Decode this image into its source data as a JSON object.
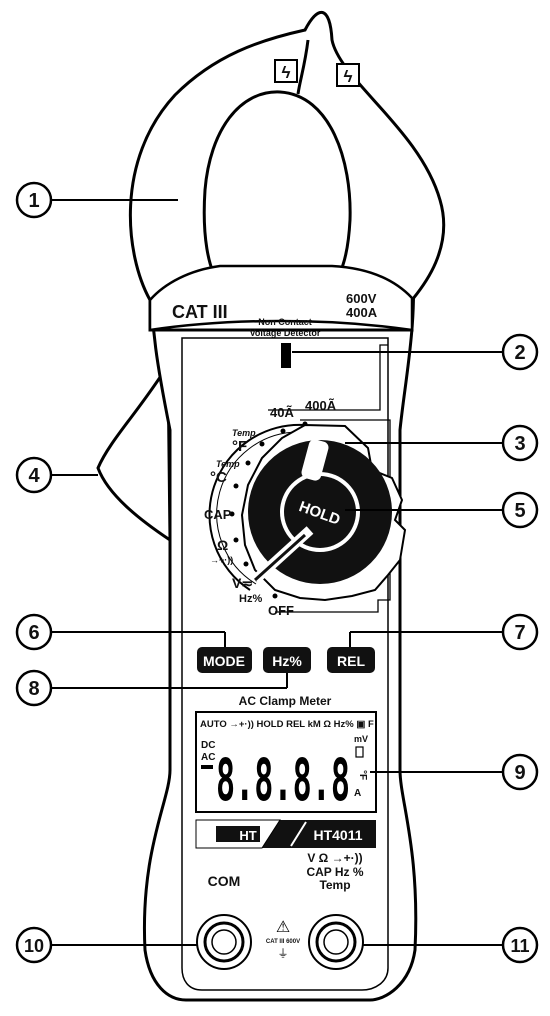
{
  "callouts": [
    "1",
    "2",
    "3",
    "4",
    "5",
    "6",
    "7",
    "8",
    "9",
    "10",
    "11"
  ],
  "jaw": {
    "category": "CAT III",
    "rating_v": "600V",
    "rating_a": "400A",
    "hazard_symbol": "ϟ"
  },
  "ncv": {
    "line1": "Non Contact",
    "line2": "Voltage Detector"
  },
  "dial": {
    "pos_400a": "400Ã",
    "pos_40a": "40Ã",
    "temp_word": "Temp",
    "deg_f": "°F",
    "deg_c": "°C",
    "cap": "CAP",
    "ohm": "Ω",
    "diode": "→+·))",
    "volt": "V≂",
    "hz_pct": "Hz%",
    "off": "OFF",
    "hold": "HOLD"
  },
  "buttons": {
    "mode": "MODE",
    "hz": "Hz%",
    "rel": "REL"
  },
  "display": {
    "title": "AC Clamp Meter",
    "annunciators": "AUTO →+·)) HOLD REL kM Ω Hz% ▣ F",
    "dc": "DC",
    "ac": "AC",
    "minus": "−",
    "digits": "8.8.8.8",
    "mv": "mV",
    "deg": "°F",
    "amp": "A"
  },
  "brand": {
    "logo": "HT",
    "model": "HT4011"
  },
  "terminals": {
    "com": "COM",
    "input_line1": "V Ω →+·))",
    "input_line2": "CAP Hz %",
    "input_line3": "Temp",
    "warning": "⚠",
    "cat": "CAT III 600V",
    "ground": "⏚"
  }
}
